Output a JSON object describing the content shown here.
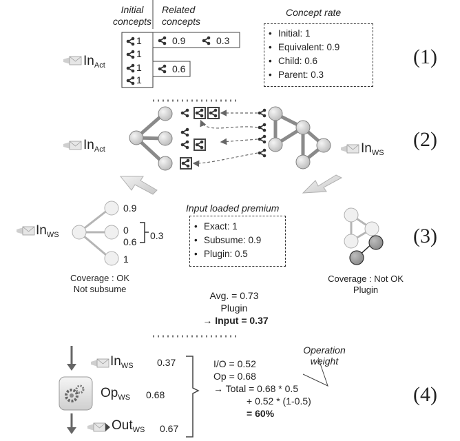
{
  "section1": {
    "number": "(1)",
    "initial_header": [
      "Initial",
      "concepts"
    ],
    "related_header": [
      "Related",
      "concepts"
    ],
    "initial_values": [
      "1",
      "1",
      "1",
      "1"
    ],
    "related_row1": [
      "0.9",
      "0.3"
    ],
    "related_row2": [
      "0.6"
    ],
    "input_label": "In",
    "input_sub": "Act",
    "rate_title": "Concept rate",
    "rates": [
      "Initial: 1",
      "Equivalent: 0.9",
      "Child: 0.6",
      "Parent: 0.3"
    ]
  },
  "section2": {
    "number": "(2)",
    "left_label": "In",
    "left_sub": "Act",
    "right_label": "In",
    "right_sub": "WS"
  },
  "section3": {
    "number": "(3)",
    "left_label": "In",
    "left_sub": "WS",
    "node_values": [
      "0.9",
      "0",
      "0.6",
      "1"
    ],
    "bracket_value": "0.3",
    "left_caption": [
      "Coverage : OK",
      "Not subsume"
    ],
    "right_caption": [
      "Coverage : Not OK",
      "Plugin"
    ],
    "premium_title": "Input loaded premium",
    "premiums": [
      "Exact: 1",
      "Subsume: 0.9",
      "Plugin: 0.5"
    ],
    "avg": "Avg. = 0.73",
    "result_type": "Plugin",
    "result": "→ Input = 0.37"
  },
  "section4": {
    "number": "(4)",
    "in_label": "In",
    "in_sub": "WS",
    "in_value": "0.37",
    "op_label": "Op",
    "op_sub": "WS",
    "op_value": "0.68",
    "out_label": "Out",
    "out_sub": "WS",
    "out_value": "0.67",
    "io_line": "I/O = 0.52",
    "op_line": "Op = 0.68",
    "total_line": "→ Total = 0.68 * 0.5",
    "plus_line": "+ 0.52 * (1-0.5)",
    "result_line": "= 60%",
    "weight_label": [
      "Operation",
      "weight"
    ]
  },
  "colors": {
    "node_fill": "#d6d6d6",
    "node_stroke": "#808080",
    "edge": "#8a8a8a",
    "ink": "#222222"
  }
}
